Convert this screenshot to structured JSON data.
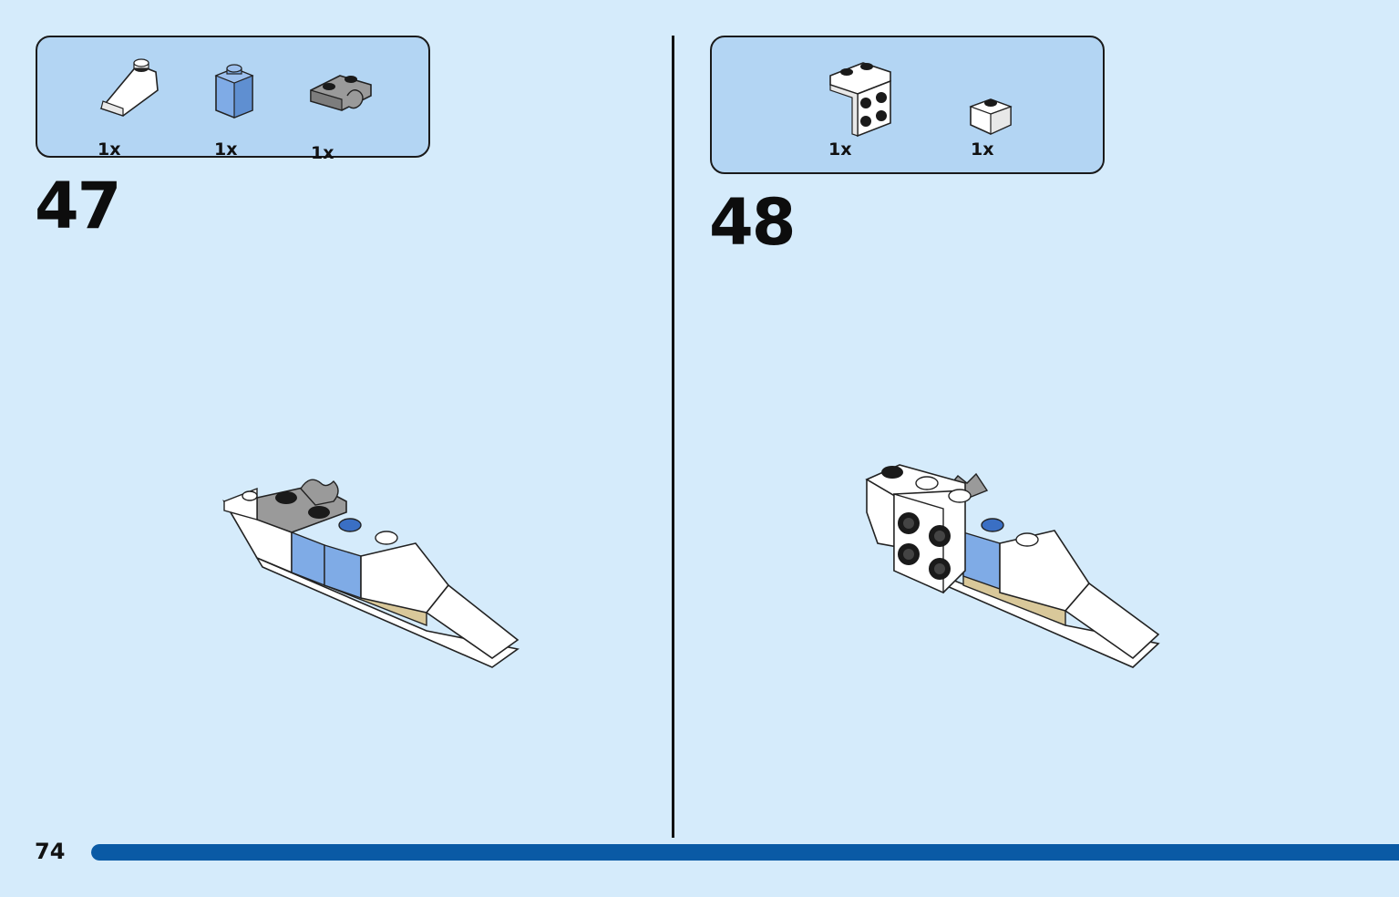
{
  "page": {
    "number": "74",
    "progress": 1.0
  },
  "colors": {
    "background": "#d5ebfb",
    "parts_box": "#b3d5f3",
    "progress_bar": "#0a5aa5",
    "brick_white": "#ffffff",
    "brick_blue": "#7fabe6",
    "brick_gray": "#9a9a9a",
    "brick_tan": "#d9c89a",
    "brick_black": "#1a1a1a"
  },
  "steps": [
    {
      "number": "47",
      "parts": [
        {
          "icon": "white-slope-brick-icon",
          "qty": "1x"
        },
        {
          "icon": "blue-1x1-brick-icon",
          "qty": "1x"
        },
        {
          "icon": "gray-clip-plate-icon",
          "qty": "1x"
        }
      ]
    },
    {
      "number": "48",
      "parts": [
        {
          "icon": "white-bracket-plate-icon",
          "qty": "1x"
        },
        {
          "icon": "white-1x1-brick-icon",
          "qty": "1x"
        }
      ]
    }
  ]
}
